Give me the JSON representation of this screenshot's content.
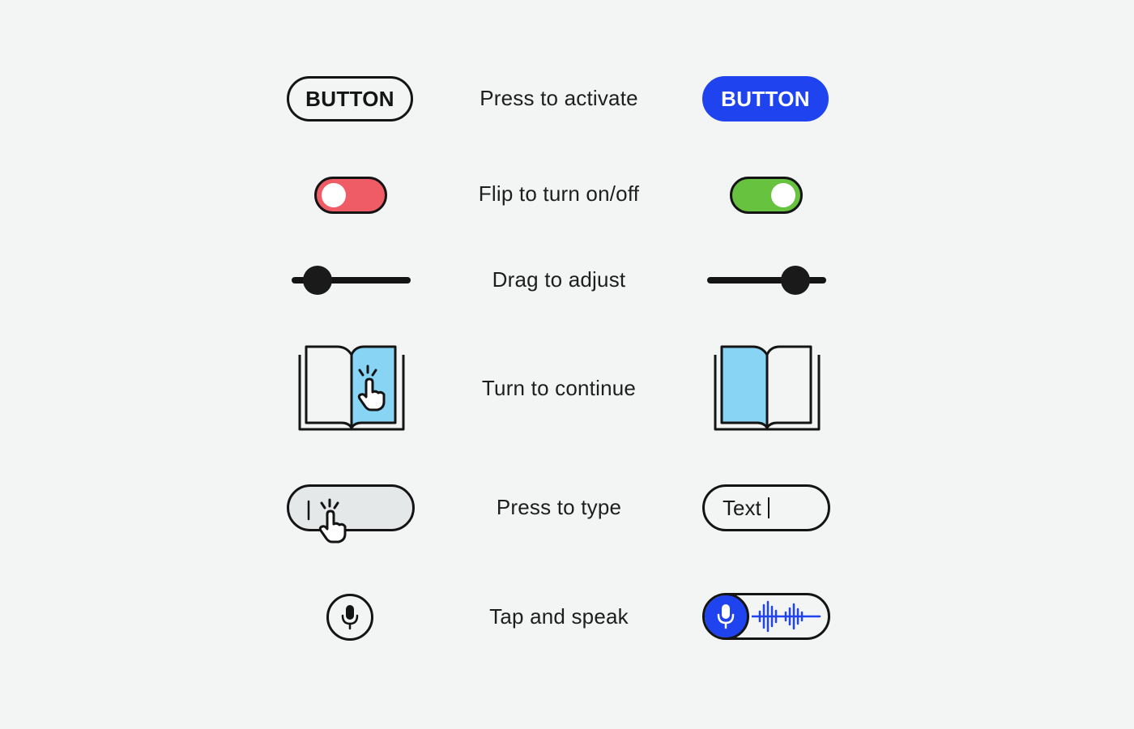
{
  "rows": [
    {
      "label": "Press to activate",
      "left_control": {
        "text": "BUTTON"
      },
      "right_control": {
        "text": "BUTTON"
      }
    },
    {
      "label": "Flip to turn on/off",
      "left_control": {
        "state": "off"
      },
      "right_control": {
        "state": "on"
      }
    },
    {
      "label": "Drag to adjust",
      "left_control": {
        "value": 0.22
      },
      "right_control": {
        "value": 0.74
      }
    },
    {
      "label": "Turn to continue",
      "left_control": {
        "icon": "open-book-with-tap-icon"
      },
      "right_control": {
        "icon": "open-book-icon"
      }
    },
    {
      "label": "Press to type",
      "left_control": {
        "icon": "tap-hand-icon"
      },
      "right_control": {
        "text": "Text"
      }
    },
    {
      "label": "Tap and speak",
      "left_control": {
        "icon": "microphone-icon"
      },
      "right_control": {
        "icon": "microphone-waveform-icon"
      }
    }
  ],
  "colors": {
    "background": "#f3f4f4",
    "primary_blue": "#1f43ee",
    "toggle_off": "#f05c66",
    "toggle_on": "#66c23f",
    "page_highlight": "#87d4f5",
    "outline": "#141414"
  }
}
